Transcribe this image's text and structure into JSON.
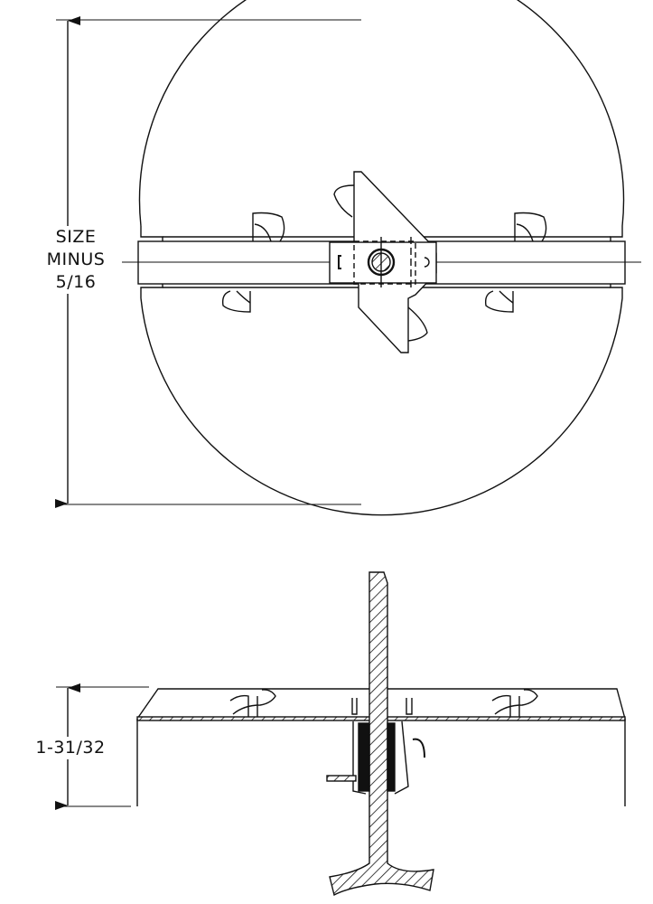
{
  "plan_view": {
    "dimension_label_lines": [
      "SIZE",
      "MINUS",
      "5/16"
    ]
  },
  "section_view": {
    "dimension_label": "1-31/32"
  },
  "colors": {
    "line": "#111111",
    "background": "#ffffff"
  }
}
